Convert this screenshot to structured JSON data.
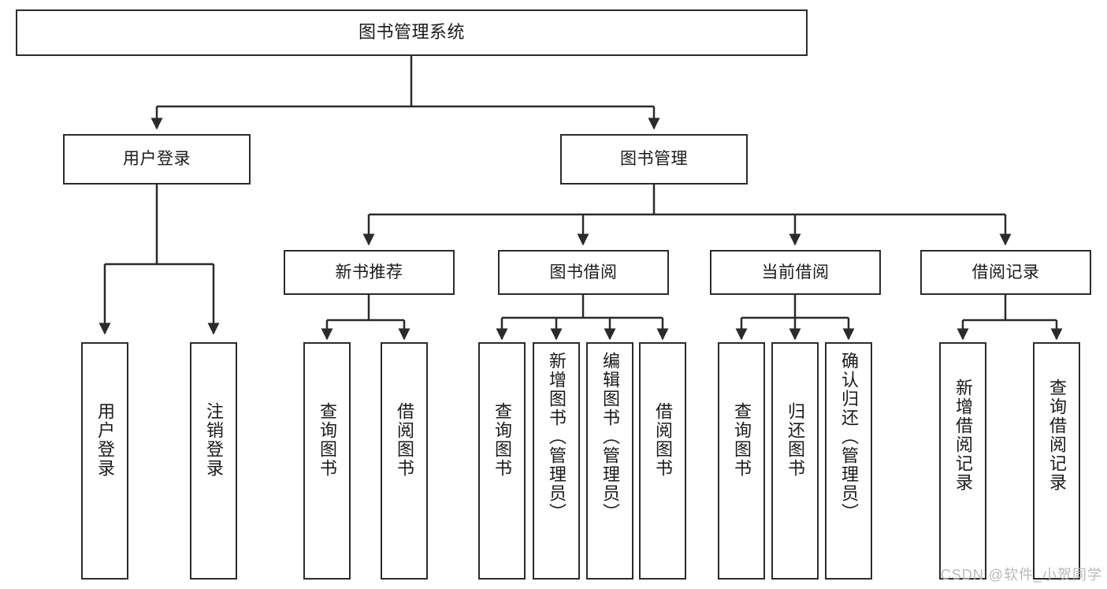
{
  "diagram": {
    "title": "图书管理系统",
    "type": "tree",
    "theme": {
      "stroke": "#2b2b2b",
      "fill": "#ffffff",
      "text": "#1a1a1a",
      "watermark": "#b9b9b9"
    },
    "watermark": "CSDN @软件_小贺同学",
    "nodes": {
      "root": {
        "label": "图书管理系统"
      },
      "level2": [
        {
          "label": "用户登录"
        },
        {
          "label": "图书管理"
        }
      ],
      "level3": [
        {
          "label": "新书推荐"
        },
        {
          "label": "图书借阅"
        },
        {
          "label": "当前借阅"
        },
        {
          "label": "借阅记录"
        }
      ],
      "leaves_user_login": [
        {
          "label": "用户登录"
        },
        {
          "label": "注销登录"
        }
      ],
      "leaves_new_book": [
        {
          "label": "查询图书"
        },
        {
          "label": "借阅图书"
        }
      ],
      "leaves_borrow": [
        {
          "label": "查询图书"
        },
        {
          "label": "新增图书（管理员）"
        },
        {
          "label": "编辑图书（管理员）"
        },
        {
          "label": "借阅图书"
        }
      ],
      "leaves_current": [
        {
          "label": "查询图书"
        },
        {
          "label": "归还图书"
        },
        {
          "label": "确认归还（管理员）"
        }
      ],
      "leaves_records": [
        {
          "label": "新增借阅记录"
        },
        {
          "label": "查询借阅记录"
        }
      ]
    }
  }
}
